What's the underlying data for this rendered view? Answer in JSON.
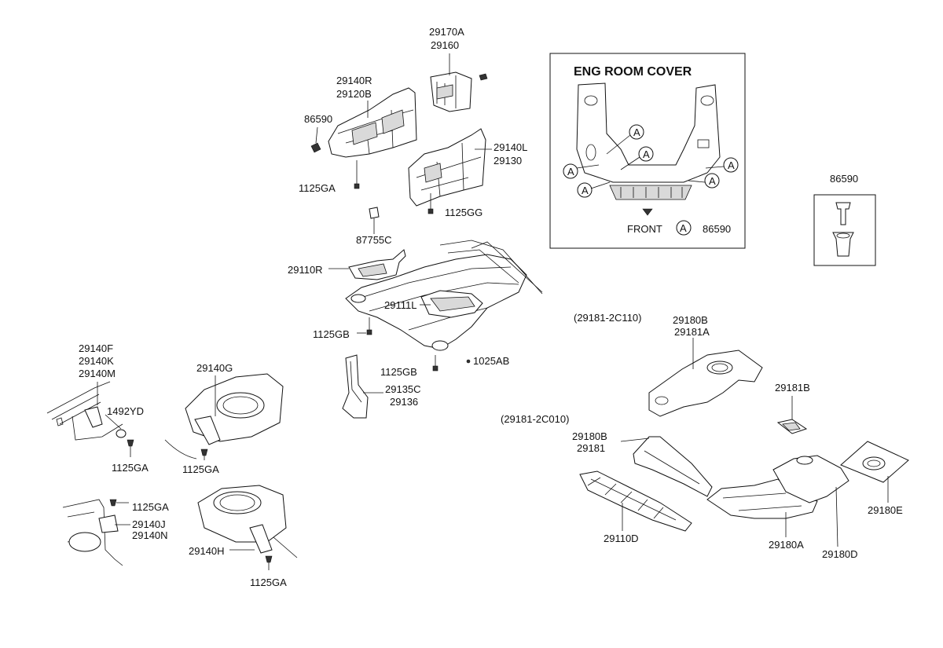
{
  "inset_title": "ENG ROOM COVER",
  "inset_front": "FRONT",
  "inset_callout": "A",
  "inset_callout_part": "86590",
  "fastener_box_label": "86590",
  "group_labels": {
    "g_2c110": "(29181-2C110)",
    "g_2c010": "(29181-2C010)"
  },
  "labels": {
    "p29170A": "29170A",
    "p29160": "29160",
    "p29140R": "29140R",
    "p29120B": "29120B",
    "p86590_left": "86590",
    "p29140L": "29140L",
    "p29130": "29130",
    "p1125GA_top": "1125GA",
    "p1125GG": "1125GG",
    "p87755C": "87755C",
    "p29110R": "29110R",
    "p29111L": "29111L",
    "p1125GB_a": "1125GB",
    "p1125GB_b": "1125GB",
    "p1025AB": "1025AB",
    "p29135C": "29135C",
    "p29136": "29136",
    "p29140F": "29140F",
    "p29140K": "29140K",
    "p29140M": "29140M",
    "p1492YD": "1492YD",
    "p1125GA_l1": "1125GA",
    "p29140G": "29140G",
    "p1125GA_l2": "1125GA",
    "p1125GA_l3": "1125GA",
    "p29140J": "29140J",
    "p29140N": "29140N",
    "p29140H": "29140H",
    "p1125GA_l4": "1125GA",
    "p29180B_a": "29180B",
    "p29181A": "29181A",
    "p29181B": "29181B",
    "p29180B_b": "29180B",
    "p29181": "29181",
    "p29110D": "29110D",
    "p29180A": "29180A",
    "p29180D": "29180D",
    "p29180E": "29180E"
  }
}
